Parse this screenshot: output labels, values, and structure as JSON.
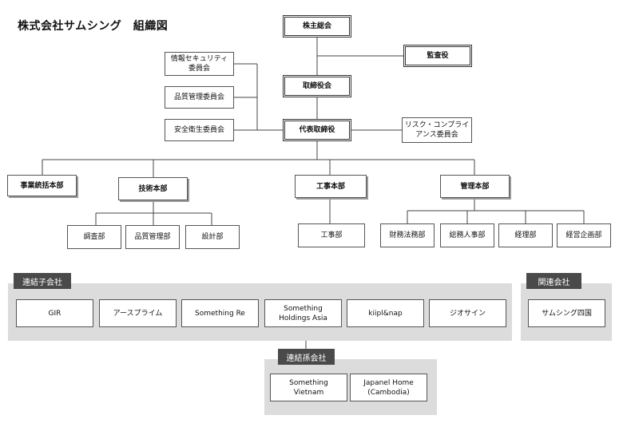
{
  "title": "株式会社サムシング　組織図",
  "top": {
    "shareholders": "株主総会",
    "auditor": "監査役",
    "board": "取締役会",
    "ceo": "代表取締役",
    "risk_committee": "リスク・コンプライ\nアンス委員会"
  },
  "committees": [
    "情報セキュリティ\n委員会",
    "品質管理委員会",
    "安全衛生委員会"
  ],
  "divisions": {
    "business": "事業統括本部",
    "tech": "技術本部",
    "construction": "工事本部",
    "admin": "管理本部"
  },
  "tech_depts": [
    "調査部",
    "品質管理部",
    "設計部"
  ],
  "construction_depts": [
    "工事部"
  ],
  "admin_depts": [
    "財務法務部",
    "総務人事部",
    "経理部",
    "経営企画部"
  ],
  "subsidiaries": {
    "label": "連結子会社",
    "items": [
      "GIR",
      "アースプライム",
      "Something Re",
      "Something\nHoldings Asia",
      "kiipl&nap",
      "ジオサイン"
    ]
  },
  "affiliates": {
    "label": "関連会社",
    "items": [
      "サムシング四国"
    ]
  },
  "sub_subsidiaries": {
    "label": "連結孫会社",
    "items": [
      "Something\nVietnam",
      "Japanel Home\n(Cambodia)"
    ]
  }
}
